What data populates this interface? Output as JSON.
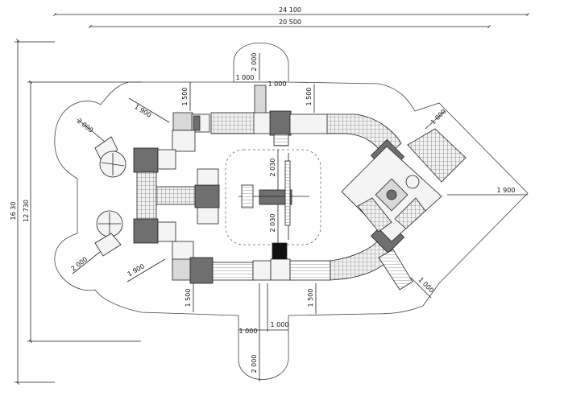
{
  "dimensions": {
    "total_width": "24 100",
    "inner_width": "20 500",
    "total_height": "16 30",
    "inner_height": "12 730",
    "top_tab_height": "2 000",
    "top_tab_left": "1 000",
    "top_tab_right": "1 000",
    "top_left_offset": "1 500",
    "top_right_offset": "1 500",
    "upper_left_diag": "1 900",
    "upper_left_arc": "2 000",
    "lower_left_arc": "2 000",
    "lower_left_diag": "1 900",
    "bottom_left_offset": "1 500",
    "bottom_right_offset": "1 500",
    "bottom_tab_left": "1 000",
    "bottom_tab_right": "1 000",
    "bottom_tab_height": "2 000",
    "center_top": "2 030",
    "center_bottom": "2 030",
    "right_upper_diag": "1 000",
    "right_tip": "1 900",
    "right_lower_diag": "1 000"
  }
}
